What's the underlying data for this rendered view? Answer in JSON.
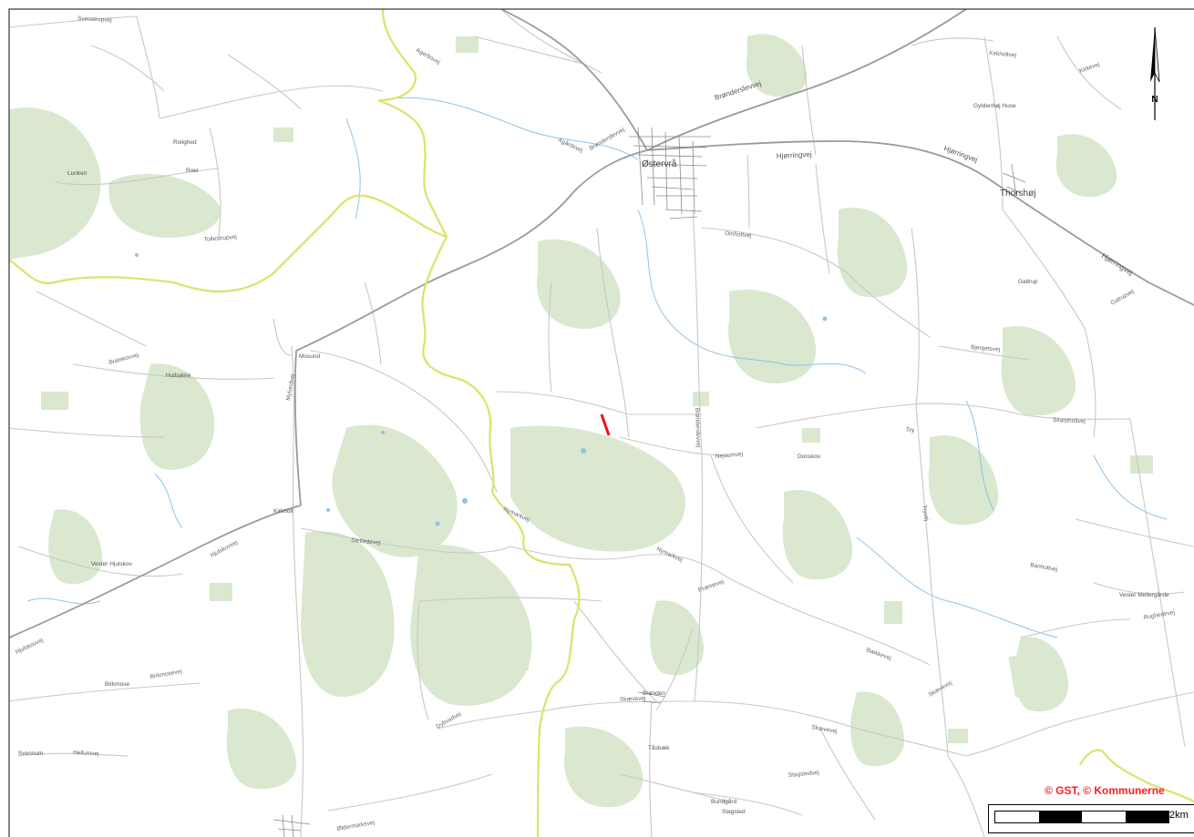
{
  "colors": {
    "forest": "#d9e8cf",
    "water": "#8fc3e6",
    "road": "#c8c8c8",
    "major_road": "#9a9a9a",
    "boundary": "#dce36a",
    "marker": "#e8141c",
    "copyright": "#ff1a1a"
  },
  "north_arrow": {
    "label": "N"
  },
  "copyright": "© GST, © Kommunerne",
  "scale": {
    "label": "2km"
  },
  "places": {
    "osterva": "Østervrå",
    "thorshoj": "Thorshøj",
    "mosund": "Mosund",
    "lunken": "Lunken",
    "rolighed": "Rolighed",
    "roer": "Roer",
    "hulbakke": "Hulbakke",
    "kirkholt": "Kirkholt",
    "vester_hjulskov": "Vester Hjulskov",
    "birkmose": "Birkmose",
    "svennum": "Svennum",
    "branden": "Brønden",
    "tasbaek": "Tåsbæk",
    "bundgard": "Bundgård",
    "stagsted": "Stagsted",
    "donskov": "Donskov",
    "try": "Try",
    "galtrup": "Galtrup",
    "gyldenhoj_huse": "Gyldenhøj Huse",
    "vester_mellergarde": "Vester Mellergårde"
  },
  "roads": {
    "brondersleyvej_1": "Brønderslevvej",
    "brondersleyvej_2": "Brønderslevvej",
    "brondersleyvej_3": "Brønderslevvej",
    "hjorringvej_1": "Hjørringvej",
    "hjorringvej_2": "Hjørringvej",
    "hjorringvej_3": "Hjørringvej",
    "hjulskovvej_1": "Hjulskovvej",
    "hjulskovvej_2": "Hjulskovvej",
    "agardsvej": "Agårdsvej",
    "agerbovej": "Agerbovej",
    "omholtvej": "Omholtvej",
    "skaevevej_1": "Skævevej",
    "skaevevej_2": "Skævevej",
    "skaevevej_3": "Skævevej",
    "nymarkvej": "Nymarkvej",
    "nymarkvej_2": "Nymarkvej",
    "nejsumvej": "Nejsumvej",
    "skarpholtvej": "Skarpholtvej",
    "bjergetsvej": "Bjergetsvej",
    "banholtvej": "Banholtvej",
    "kirkholtvej": "Kirkholtvej",
    "kirkevej": "Kirkevej",
    "mylundvej": "Mylundvej",
    "birkmosevej": "Birkmosevej",
    "hellumvej": "Hellumvej",
    "stagstedvej": "Stagstedvej",
    "dybvadvej": "Dybvadvej",
    "slettedevej": "Slettedevej",
    "tryvej": "Tryvej",
    "svenstrupvej": "Svenstrupvej",
    "bratskovvej": "Bratskovvej",
    "gatrupvej": "Gatrupvej",
    "tollestrupvej": "Tollestrupvej",
    "praestevej": "Præstevej",
    "rughedevej": "Rughedevej",
    "baekkevej": "Bækkevej",
    "oldermarkvej": "Øldermarksvej"
  }
}
